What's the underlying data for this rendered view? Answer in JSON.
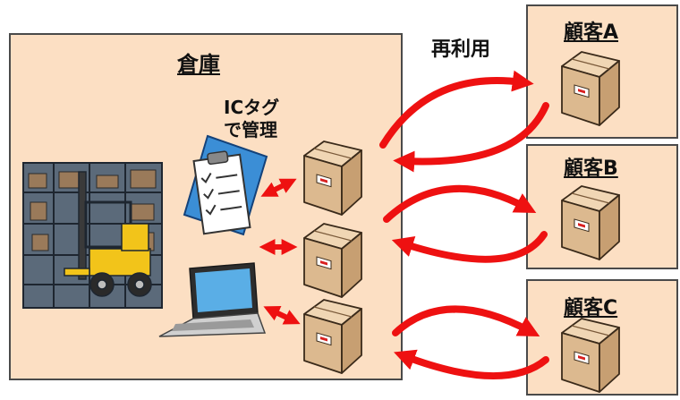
{
  "warehouse": {
    "title": "倉庫",
    "tag_label_line1": "ICタグ",
    "tag_label_line2": "で管理"
  },
  "reuse_label": "再利用",
  "customers": [
    {
      "title": "顧客A"
    },
    {
      "title": "顧客B"
    },
    {
      "title": "顧客C"
    }
  ],
  "colors": {
    "panel_fill": "#fcdfc3",
    "arrow_red": "#ee1111",
    "box_tan": "#e2c19a"
  },
  "icons": [
    "warehouse-forklift-icon",
    "clipboard-icon",
    "laptop-icon",
    "cardboard-box-icon"
  ]
}
